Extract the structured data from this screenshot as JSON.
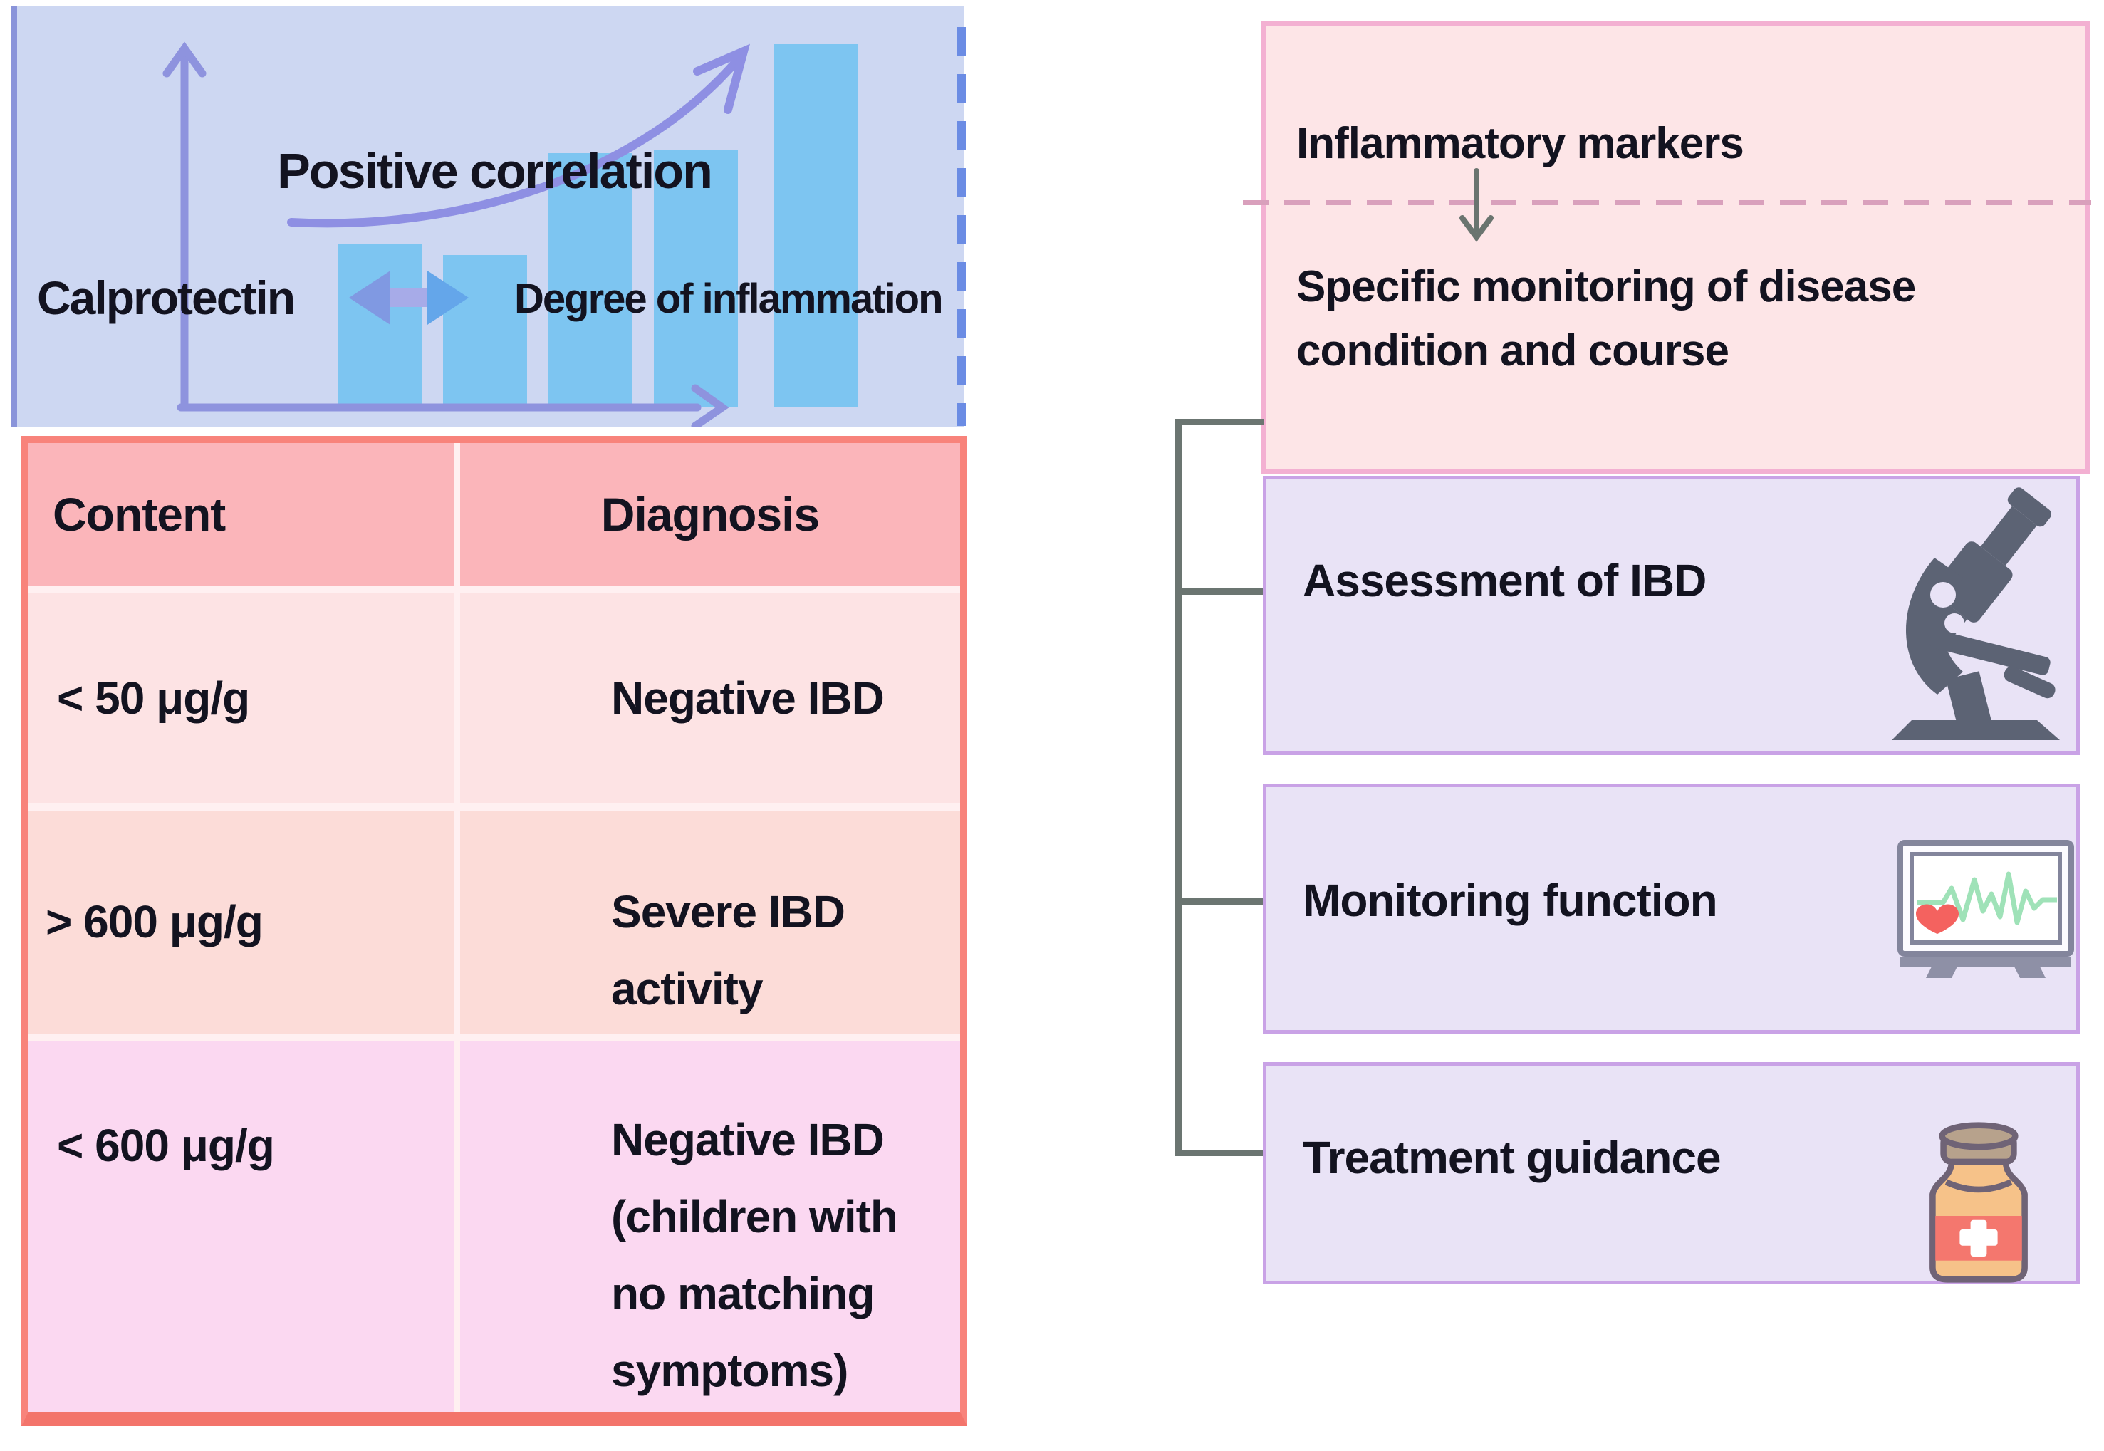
{
  "correlation_panel": {
    "title": "Positive correlation",
    "left_term": "Calprotectin",
    "right_term": "Degree of inflammation"
  },
  "chart_data": {
    "type": "bar",
    "title": "Positive correlation",
    "categories": [
      "",
      "",
      "",
      "",
      ""
    ],
    "values_relative_height": [
      0.45,
      0.42,
      0.7,
      0.71,
      1.0
    ],
    "ylim": [
      0,
      1
    ],
    "xlabel": "",
    "ylabel": "",
    "axes_tick_labels_visible": false,
    "annotations": [
      "exponential rising trend arrow",
      "double-headed arrow linking Calprotectin and Degree of inflammation"
    ]
  },
  "table": {
    "headers": [
      "Content",
      "Diagnosis"
    ],
    "rows": [
      {
        "content": "< 50 μg/g",
        "diagnosis_lines": [
          "Negative IBD"
        ]
      },
      {
        "content": "> 600 μg/g",
        "diagnosis_lines": [
          "Severe IBD",
          "activity"
        ]
      },
      {
        "content": "< 600 μg/g",
        "diagnosis_lines": [
          "Negative IBD",
          "(children with",
          "no matching",
          "symptoms)"
        ]
      }
    ]
  },
  "flowchart": {
    "source_label": "Inflammatory markers",
    "target_line1": "Specific monitoring of disease",
    "target_line2": "condition and course",
    "branches": [
      {
        "label": "Assessment of IBD",
        "icon": "microscope-icon"
      },
      {
        "label": "Monitoring function",
        "icon": "ecg-monitor-icon"
      },
      {
        "label": "Treatment guidance",
        "icon": "medicine-bottle-icon"
      }
    ]
  },
  "colors": {
    "blue_panel_bg": "#cdd7f2",
    "blue_panel_left_border": "#8a94da",
    "blue_dash": "#6b8ce4",
    "axis_and_curve": "#8e90de",
    "bar_fill": "#7dc5f1",
    "double_arrow_left_head": "#8099e2",
    "double_arrow_bar": "#a7abe8",
    "double_arrow_right_head": "#64a6ea",
    "table_border": "#f8837b",
    "table_bottom_border": "#f3746b",
    "table_header_bg": "#fbb5ba",
    "table_row1_bg": "#fde3e4",
    "table_row2_bg": "#fcdcd8",
    "table_row3_bg": "#fbd8f1",
    "pink_panel_bg": "#fde5e7",
    "pink_panel_border": "#f3b0d2",
    "pink_dash": "#d9a0bc",
    "purple_panel_bg": "#e9e3f6",
    "purple_panel_border": "#c9a2e6",
    "bracket": "#6b7571",
    "gray_arrow": "#6a746f",
    "ecg_line": "#9fe2b8",
    "heart": "#f4625f",
    "bottle_body": "#f6c289",
    "bottle_cap": "#b7a28c",
    "bottle_label": "#f4776e",
    "text": "#131320"
  }
}
